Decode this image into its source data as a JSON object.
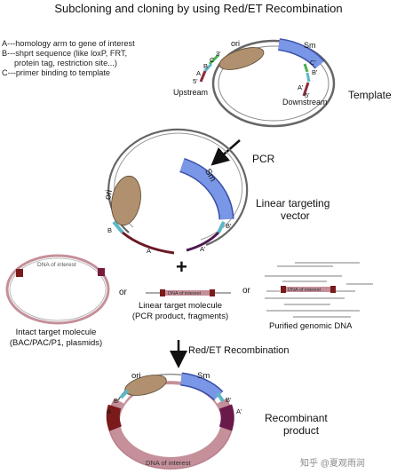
{
  "title": "Subcloning and cloning by using Red/ET Recombination",
  "legend": {
    "a": "A---homology arm to gene of interest",
    "b1": "B---shprt sequence (like loxP, FRT,",
    "b2": "protein tag, restriction site...)",
    "c": "C---primer binding to template"
  },
  "template": {
    "label": "Template",
    "ori": "ori",
    "sm": "Sm",
    "upstream": "Upstream",
    "downstream": "Downstream",
    "a": "A",
    "b": "B",
    "c": "C",
    "a2": "A'",
    "b2": "B'",
    "c2": "C'",
    "p3": "3'",
    "p5": "5'"
  },
  "pcr": "PCR",
  "linear_vector": {
    "label1": "Linear targeting",
    "label2": "vector",
    "ori": "ori",
    "sm": "Sm",
    "a": "A",
    "b": "B",
    "a2": "A'",
    "b2": "B'"
  },
  "plus": "+",
  "targets": {
    "dna_of_interest": "DNA of interest",
    "or": "or",
    "circular1": "Intact target molecule",
    "circular2": "(BAC/PAC/P1, plasmids)",
    "linear1": "Linear target molecule",
    "linear2": "(PCR product, fragments)",
    "genomic": "Purified genomic DNA"
  },
  "recombination": "Red/ET Recombination",
  "product": {
    "label1": "Recombinant",
    "label2": "product",
    "ori": "ori",
    "sm": "Sm",
    "a": "A",
    "b": "B",
    "a2": "A'",
    "b2": "B'",
    "dna": "DNA of interest"
  },
  "watermark": "知乎 @夏观雨润"
}
